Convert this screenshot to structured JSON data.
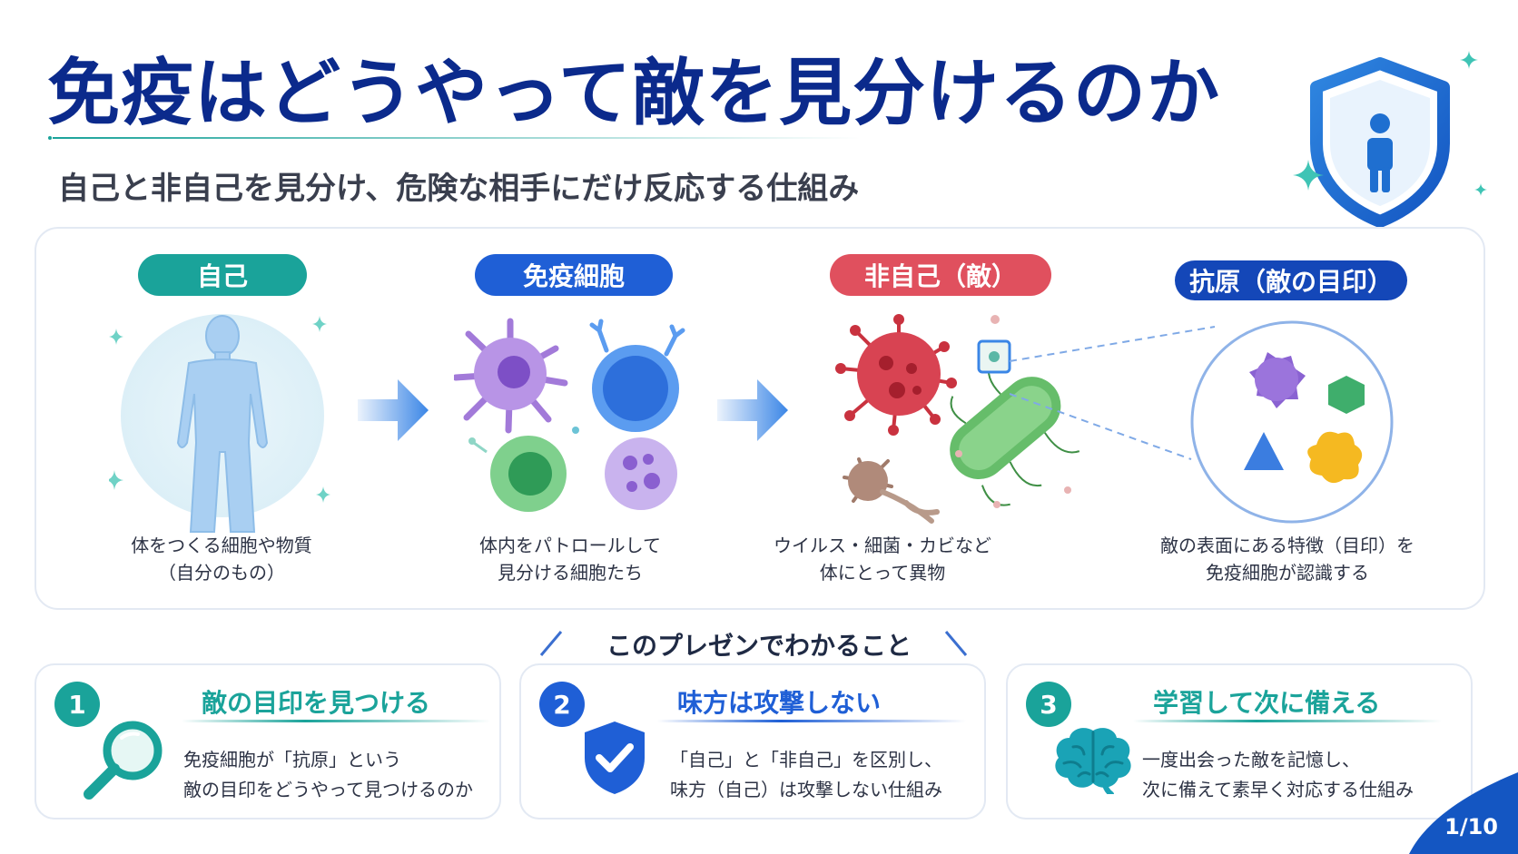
{
  "title": "免疫はどうやって敵を見分けるのか",
  "subtitle": "自己と非自己を見分け、危険な相手にだけ反応する仕組み",
  "colors": {
    "navy": "#0b2a8c",
    "teal": "#1aa39a",
    "blue": "#1f5fd6",
    "red": "#e0505e",
    "darkblue": "#1447b8"
  },
  "stages": [
    {
      "label": "自己",
      "caption_line1": "体をつくる細胞や物質",
      "caption_line2": "（自分のもの）",
      "icon": "human-body-icon"
    },
    {
      "label": "免疫細胞",
      "caption_line1": "体内をパトロールして",
      "caption_line2": "見分ける細胞たち",
      "icon": "immune-cells-icon"
    },
    {
      "label": "非自己（敵）",
      "caption_line1": "ウイルス・細菌・カビなど",
      "caption_line2": "体にとって異物",
      "icon": "pathogens-icon"
    },
    {
      "label": "抗原（敵の目印）",
      "caption_line1": "敵の表面にある特徴（目印）を",
      "caption_line2": "免疫細胞が認識する",
      "icon": "antigen-magnified-icon"
    }
  ],
  "section_heading": "このプレゼンでわかること",
  "cards": [
    {
      "number": "1",
      "title": "敵の目印を見つける",
      "text_line1": "免疫細胞が「抗原」という",
      "text_line2": "敵の目印をどうやって見つけるのか",
      "icon": "magnifier-icon"
    },
    {
      "number": "2",
      "title": "味方は攻撃しない",
      "text_line1": "「自己」と「非自己」を区別し、",
      "text_line2": "味方（自己）は攻撃しない仕組み",
      "icon": "shield-check-icon"
    },
    {
      "number": "3",
      "title": "学習して次に備える",
      "text_line1": "一度出会った敵を記憶し、",
      "text_line2": "次に備えて素早く対応する仕組み",
      "icon": "brain-icon"
    }
  ],
  "page_number": "1/10"
}
